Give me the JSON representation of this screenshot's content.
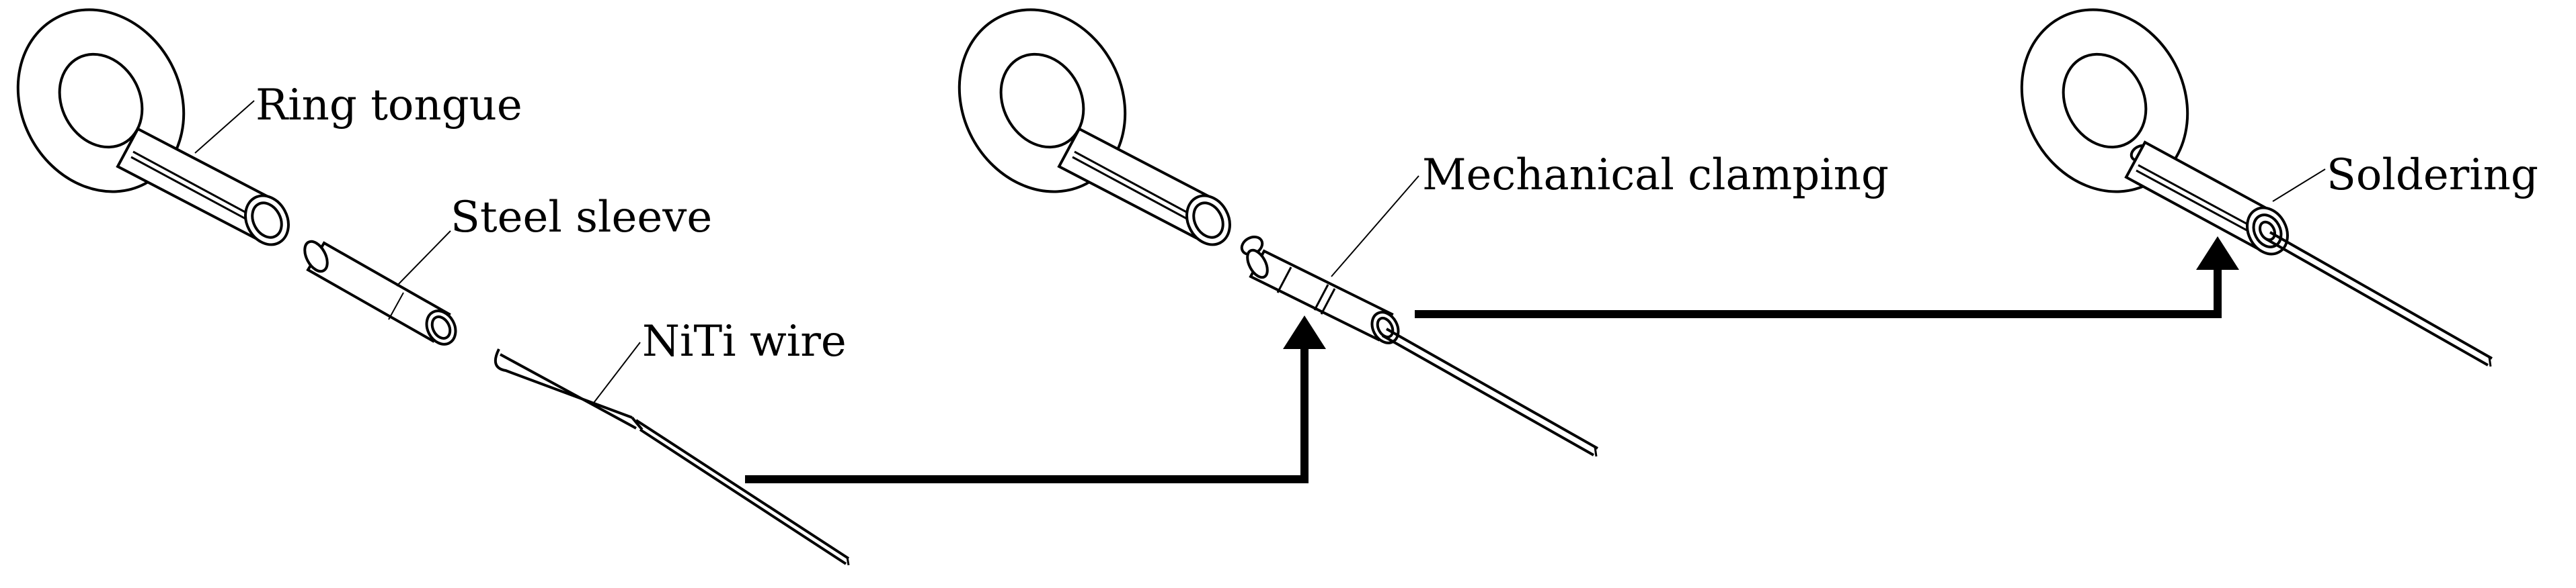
{
  "labels": {
    "ring_tongue": "Ring tongue",
    "steel_sleeve": "Steel sleeve",
    "niti_wire": "NiTi wire",
    "mechanical_clamping": "Mechanical clamping",
    "soldering": "Soldering"
  },
  "colors": {
    "stroke": "#000000",
    "fill": "#ffffff",
    "arrow": "#000000"
  }
}
